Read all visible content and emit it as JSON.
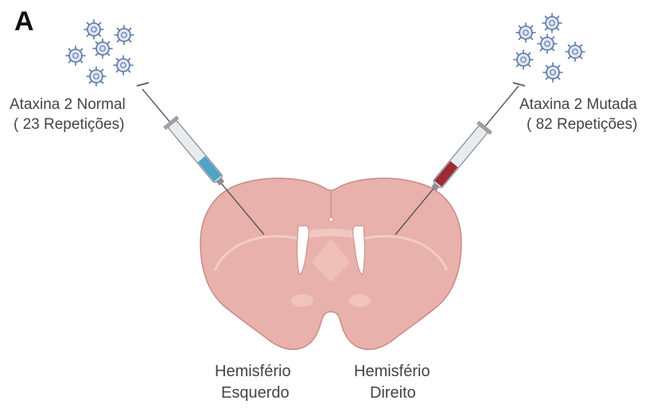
{
  "panel_label": "A",
  "left_injection": {
    "line1": "Ataxina 2 Normal",
    "line2": "( 23 Repetições)",
    "fluid_color": "#4fa3c7"
  },
  "right_injection": {
    "line1": "Ataxina 2  Mutada",
    "line2": "( 82 Repetições)",
    "fluid_color": "#9e2b33"
  },
  "hemispheres": {
    "left": {
      "line1": "Hemisfério",
      "line2": "Esquerdo"
    },
    "right": {
      "line1": "Hemisfério",
      "line2": "Direito"
    }
  },
  "colors": {
    "brain": "#e8b1ab",
    "brain_outline": "#c98a84",
    "brain_highlight": "#f4cfca",
    "virus": "#5b77a8"
  },
  "icons": [
    "virus-icon",
    "syringe-icon",
    "brain-icon"
  ]
}
